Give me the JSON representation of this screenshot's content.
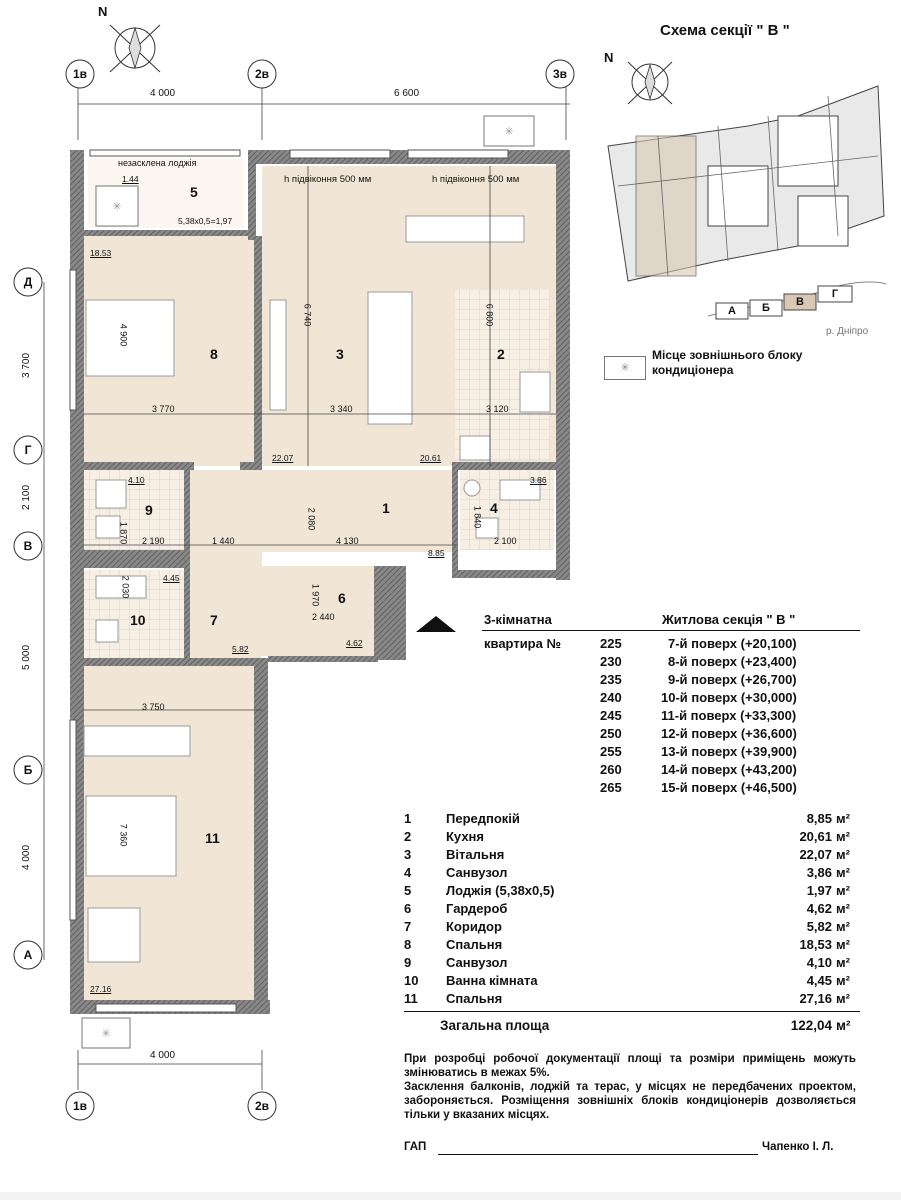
{
  "north_label": "N",
  "section_scheme": {
    "title": "Схема секції \" В \"",
    "north_label": "N",
    "section_labels": [
      "А",
      "Б",
      "В",
      "Г"
    ],
    "river_label": "р. Дніпро"
  },
  "legend": {
    "ac_unit_label": "Місце зовнішнього блоку кондиціонера"
  },
  "axes": {
    "top_labels": [
      "1в",
      "2в",
      "3в"
    ],
    "bottom_labels": [
      "1в",
      "2в"
    ],
    "left_labels": [
      "Д",
      "Г",
      "В",
      "Б",
      "А"
    ],
    "top_dims": [
      "4 000",
      "6 600"
    ],
    "bottom_dims": [
      "4 000"
    ],
    "left_dims": [
      "3 700",
      "2 100",
      "5 000",
      "4 000"
    ]
  },
  "plan": {
    "loggia_label": "незасклена лоджія",
    "loggia_formula": "5,38х0,5=1,97",
    "sill_left": "h підвіконня 500 мм",
    "sill_right": "h підвіконня 500 мм",
    "room_numbers": [
      "1",
      "2",
      "3",
      "4",
      "5",
      "6",
      "7",
      "8",
      "9",
      "10",
      "11"
    ],
    "areas": [
      "1.44",
      "18.53",
      "22.07",
      "20.61",
      "4.10",
      "3.86",
      "8.85",
      "4.45",
      "5.82",
      "4.62",
      "27.16"
    ],
    "dims": [
      "3 770",
      "3 340",
      "3 120",
      "6 740",
      "6 800",
      "4 900",
      "2 190",
      "1 440",
      "4 130",
      "2 100",
      "1 870",
      "2 080",
      "1 840",
      "2 030",
      "1 970",
      "2 440",
      "3 750",
      "7 360"
    ]
  },
  "apartment": {
    "type_label": "3-кімнатна",
    "section_label": "Житлова секція \" В \"",
    "number_label": "квартира №",
    "rows": [
      {
        "num": "225",
        "floor": "7-й поверх (+20,100)"
      },
      {
        "num": "230",
        "floor": "8-й поверх (+23,400)"
      },
      {
        "num": "235",
        "floor": "9-й поверх (+26,700)"
      },
      {
        "num": "240",
        "floor": "10-й поверх (+30,000)"
      },
      {
        "num": "245",
        "floor": "11-й поверх (+33,300)"
      },
      {
        "num": "250",
        "floor": "12-й поверх (+36,600)"
      },
      {
        "num": "255",
        "floor": "13-й поверх (+39,900)"
      },
      {
        "num": "260",
        "floor": "14-й поверх (+43,200)"
      },
      {
        "num": "265",
        "floor": "15-й поверх (+46,500)"
      }
    ]
  },
  "rooms": [
    {
      "n": "1",
      "name": "Передпокій",
      "area": "8,85",
      "unit": "м²"
    },
    {
      "n": "2",
      "name": "Кухня",
      "area": "20,61",
      "unit": "м²"
    },
    {
      "n": "3",
      "name": "Вітальня",
      "area": "22,07",
      "unit": "м²"
    },
    {
      "n": "4",
      "name": "Санвузол",
      "area": "3,86",
      "unit": "м²"
    },
    {
      "n": "5",
      "name": "Лоджія (5,38х0,5)",
      "area": "1,97",
      "unit": "м²"
    },
    {
      "n": "6",
      "name": "Гардероб",
      "area": "4,62",
      "unit": "м²"
    },
    {
      "n": "7",
      "name": "Коридор",
      "area": "5,82",
      "unit": "м²"
    },
    {
      "n": "8",
      "name": "Спальня",
      "area": "18,53",
      "unit": "м²"
    },
    {
      "n": "9",
      "name": "Санвузол",
      "area": "4,10",
      "unit": "м²"
    },
    {
      "n": "10",
      "name": "Ванна кімната",
      "area": "4,45",
      "unit": "м²"
    },
    {
      "n": "11",
      "name": "Спальня",
      "area": "27,16",
      "unit": "м²"
    }
  ],
  "total": {
    "label": "Загальна площа",
    "area": "122,04",
    "unit": "м²"
  },
  "notes": {
    "p1": "При розробці робочої документації площі та розміри приміщень можуть змінюватись в межах 5%.",
    "p2": "Засклення балконів, лоджій та терас, у місцях не передбачених проектом, забороняється. Розміщення зовнішніх блоків кондиціонерів дозволяється тільки у вказаних місцях.",
    "gap_label": "ГАП",
    "signature": "Чапенко І. Л."
  }
}
